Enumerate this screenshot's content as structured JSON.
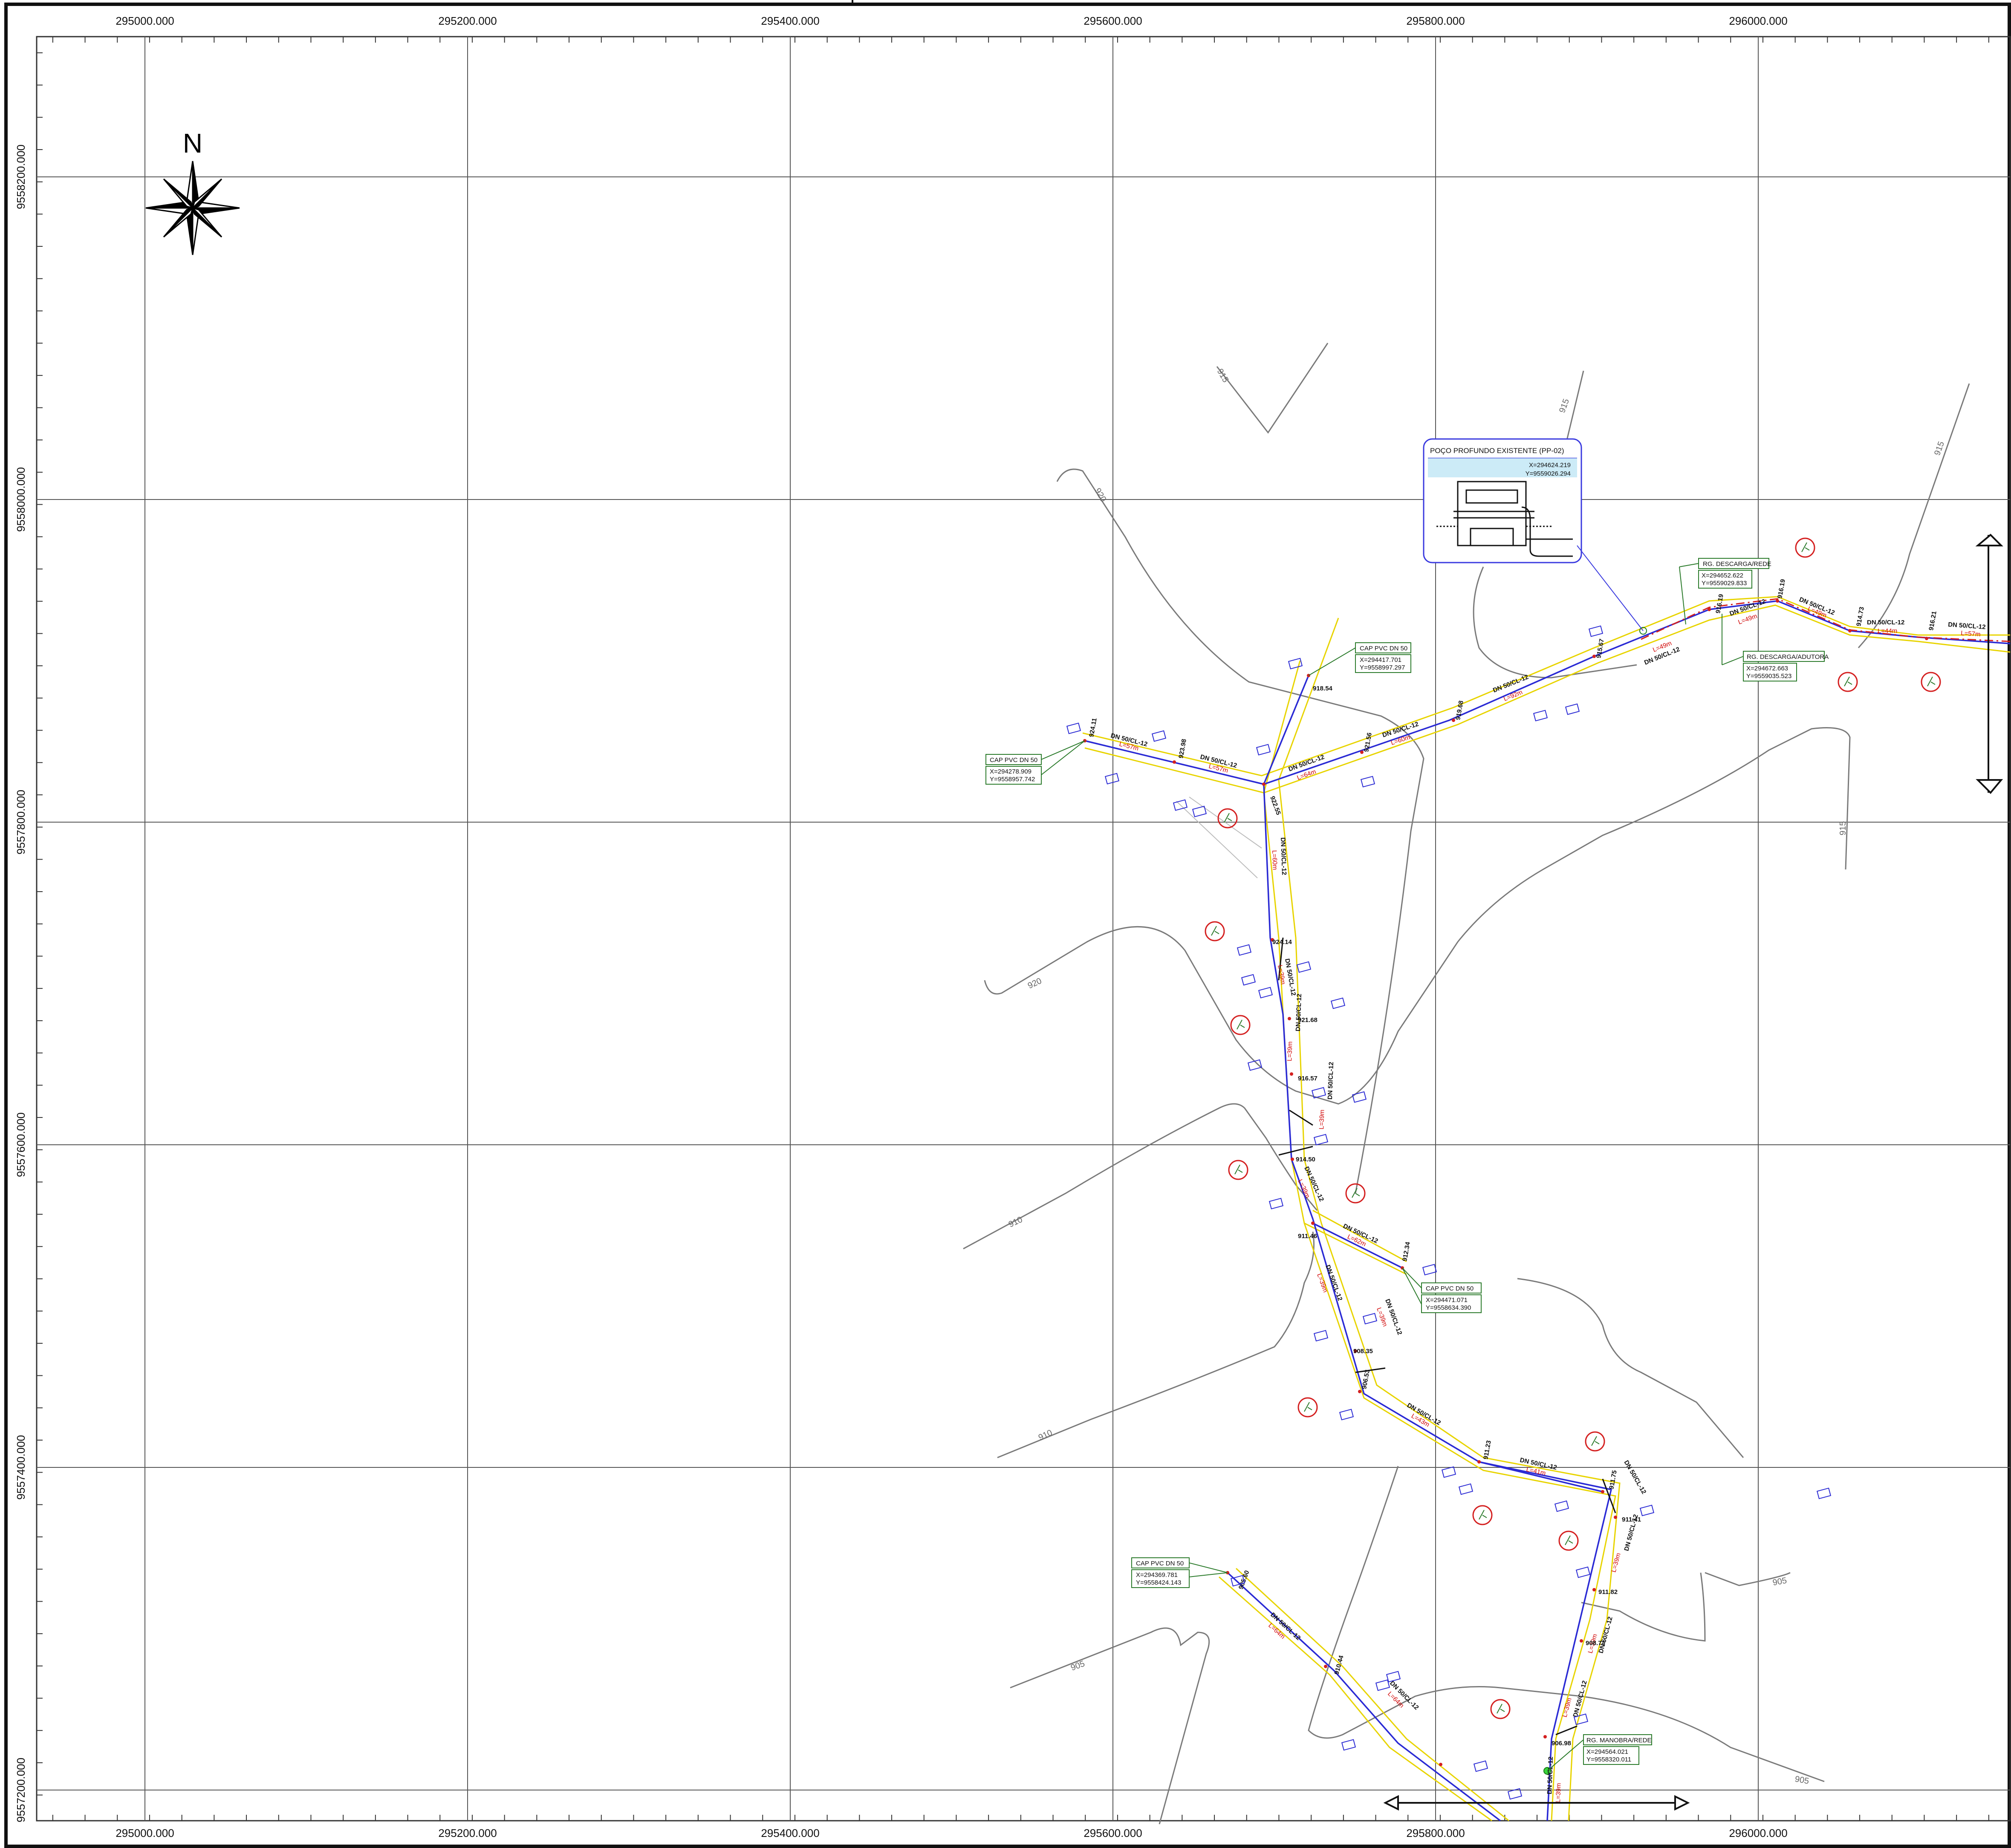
{
  "map": {
    "north_label": "N",
    "x_ticks": [
      "295000.000",
      "295200.000",
      "295400.000",
      "295600.000",
      "295800.000",
      "296000.000"
    ],
    "y_ticks": [
      "9558200.000",
      "9558000.000",
      "9557800.000",
      "9557600.000",
      "9557400.000",
      "9557200.000"
    ],
    "colors": {
      "pipe": "#2a2ad4",
      "pipe_buffer": "#e8d400",
      "contour": "#7a7a7a",
      "grid": "#555555",
      "length_text": "#d00000",
      "node_text": "#2a9a2a",
      "callout_border": "#2a7a2a",
      "well_border": "#3a3adf",
      "tree_marker": "#d42020",
      "adutora": "#d42020"
    },
    "contour_labels": [
      "915",
      "920",
      "915",
      "915",
      "920",
      "915",
      "910",
      "910",
      "905",
      "905",
      "905"
    ],
    "pipe_labels": [
      "DN 50/CL-12",
      "DN 50/CL-12",
      "DN 50/CL-12",
      "DN 50/CL-12",
      "DN 50/CL-12",
      "DN 50/CL-12",
      "DN 50/CL-12",
      "DN 50/CL-12",
      "DN 50/CL-12",
      "DN 50/CL-12",
      "DN 50/CL-12",
      "DN 50/CL-12",
      "DN 50/CL-12",
      "DN 50/CL-12",
      "DN 50/CL-12",
      "DN 50/CL-12",
      "DN 50/CL-12",
      "DN 50/CL-12",
      "DN 50/CL-12",
      "DN 50/CL-12"
    ],
    "length_labels": [
      "L=57m",
      "L=64m",
      "L=60m",
      "L=92m",
      "L=49m",
      "L=44m",
      "L=57m",
      "L=39m",
      "L=62m",
      "L=43m",
      "L=41m"
    ],
    "elevations": [
      "924.11",
      "923.98",
      "918.54",
      "921.56",
      "922.55",
      "919.68",
      "915.67",
      "916.19",
      "914.73",
      "916.21",
      "924.14",
      "921.68",
      "916.57",
      "914.50",
      "911.46",
      "912.34",
      "908.35",
      "906.53",
      "911.23",
      "911.75",
      "911.41",
      "911.82",
      "908.74",
      "906.98",
      "905.60",
      "910.44"
    ],
    "callouts": [
      {
        "title": "CAP PVC DN 50",
        "coords": "X=294278.909\nY=9558957.742"
      },
      {
        "title": "CAP PVC DN 50",
        "coords": "X=294417.701\nY=9558997.297"
      },
      {
        "title": "CAP PVC DN 50",
        "coords": "X=294471.071\nY=9558634.390"
      },
      {
        "title": "CAP PVC DN 50",
        "coords": "X=294369.781\nY=9558424.143"
      },
      {
        "title": "RG. DESCARGA/REDE",
        "coords": "X=294652.622\nY=9559029.833"
      },
      {
        "title": "RG. DESCARGA/ADUTORA",
        "coords": "X=294672.663\nY=9559035.523"
      },
      {
        "title": "RG. MANOBRA/REDE",
        "coords": "X=294564.021\nY=9558320.011"
      }
    ],
    "well": {
      "title": "POÇO PROFUNDO EXISTENTE (PP-02)",
      "x": "X=294624.219",
      "y": "Y=9559026.294"
    }
  }
}
